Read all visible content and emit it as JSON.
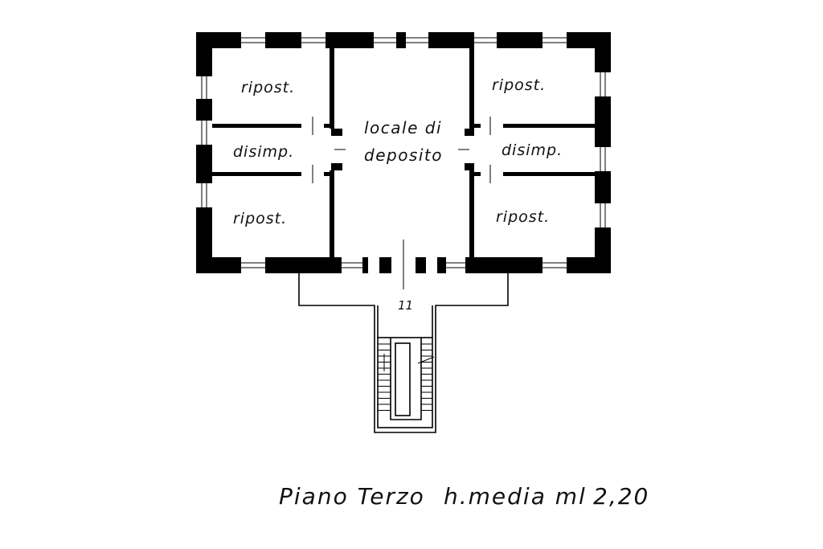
{
  "plan": {
    "rooms": {
      "top_left": "ripost.",
      "mid_left": "disimp.",
      "bottom_left": "ripost.",
      "center_line1": "locale di",
      "center_line2": "deposito",
      "top_right": "ripost.",
      "mid_right": "disimp.",
      "bottom_right": "ripost."
    },
    "stair_number": "11",
    "caption": {
      "floor": "Piano Terzo",
      "height_label": "h.media ml",
      "height_value": "2,20"
    }
  }
}
